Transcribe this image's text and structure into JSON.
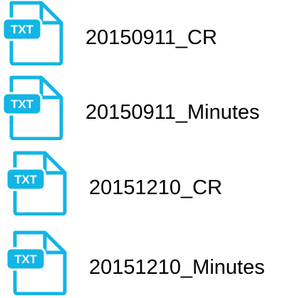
{
  "files": [
    {
      "name": "20150911_CR",
      "icon": "txt-file-icon",
      "badge": "TXT"
    },
    {
      "name": "20150911_Minutes",
      "icon": "txt-file-icon",
      "badge": "TXT"
    },
    {
      "name": "20151210_CR",
      "icon": "txt-file-icon",
      "badge": "TXT"
    },
    {
      "name": "20151210_Minutes",
      "icon": "txt-file-icon",
      "badge": "TXT"
    }
  ],
  "colors": {
    "icon_accent": "#12b5e5",
    "icon_fill": "#ffffff",
    "badge_text": "#ffffff"
  }
}
